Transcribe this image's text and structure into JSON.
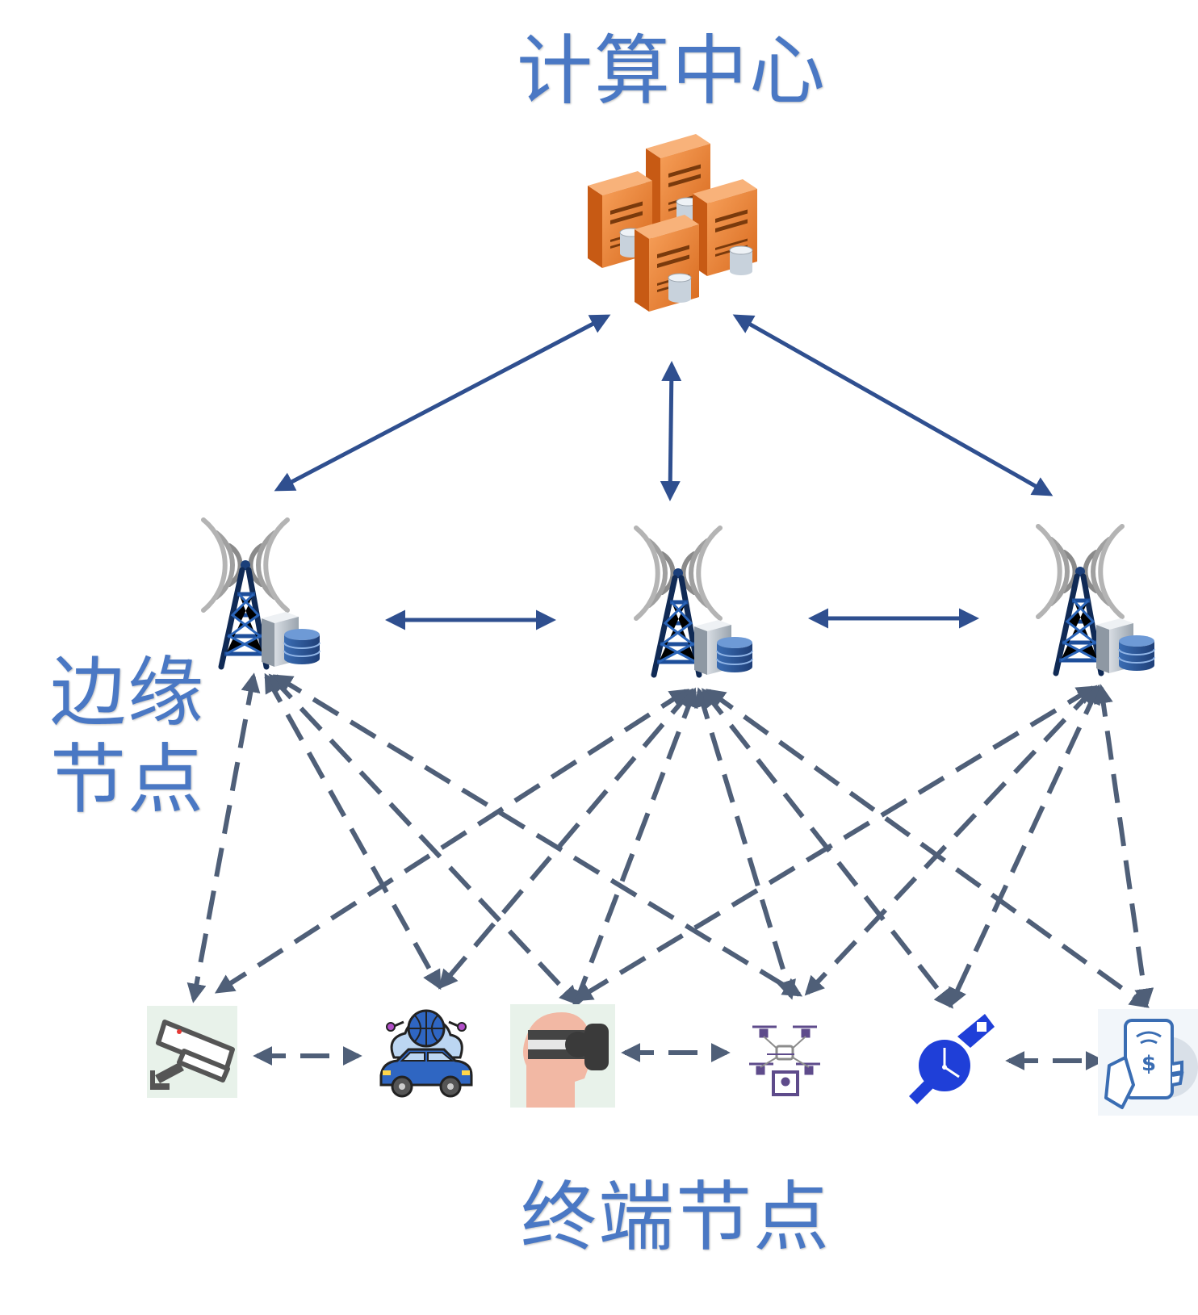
{
  "labels": {
    "computing_center": "计算中心",
    "edge_line1": "边缘",
    "edge_line2": "节点",
    "terminal_nodes": "终端节点"
  },
  "colors": {
    "label_blue": "#4a78c4",
    "solid_arrow": "#2f4f8f",
    "dashed_arrow": "#4f5f78",
    "server_orange": "#e97b2e"
  },
  "nodes": {
    "center": {
      "icon": "server-cluster-icon"
    },
    "edge": [
      "cell-tower-edge-server-icon",
      "cell-tower-edge-server-icon",
      "cell-tower-edge-server-icon"
    ],
    "terminals": [
      "surveillance-camera-icon",
      "connected-car-icon",
      "vr-headset-icon",
      "drone-icon",
      "smartwatch-icon",
      "mobile-payment-icon"
    ]
  }
}
